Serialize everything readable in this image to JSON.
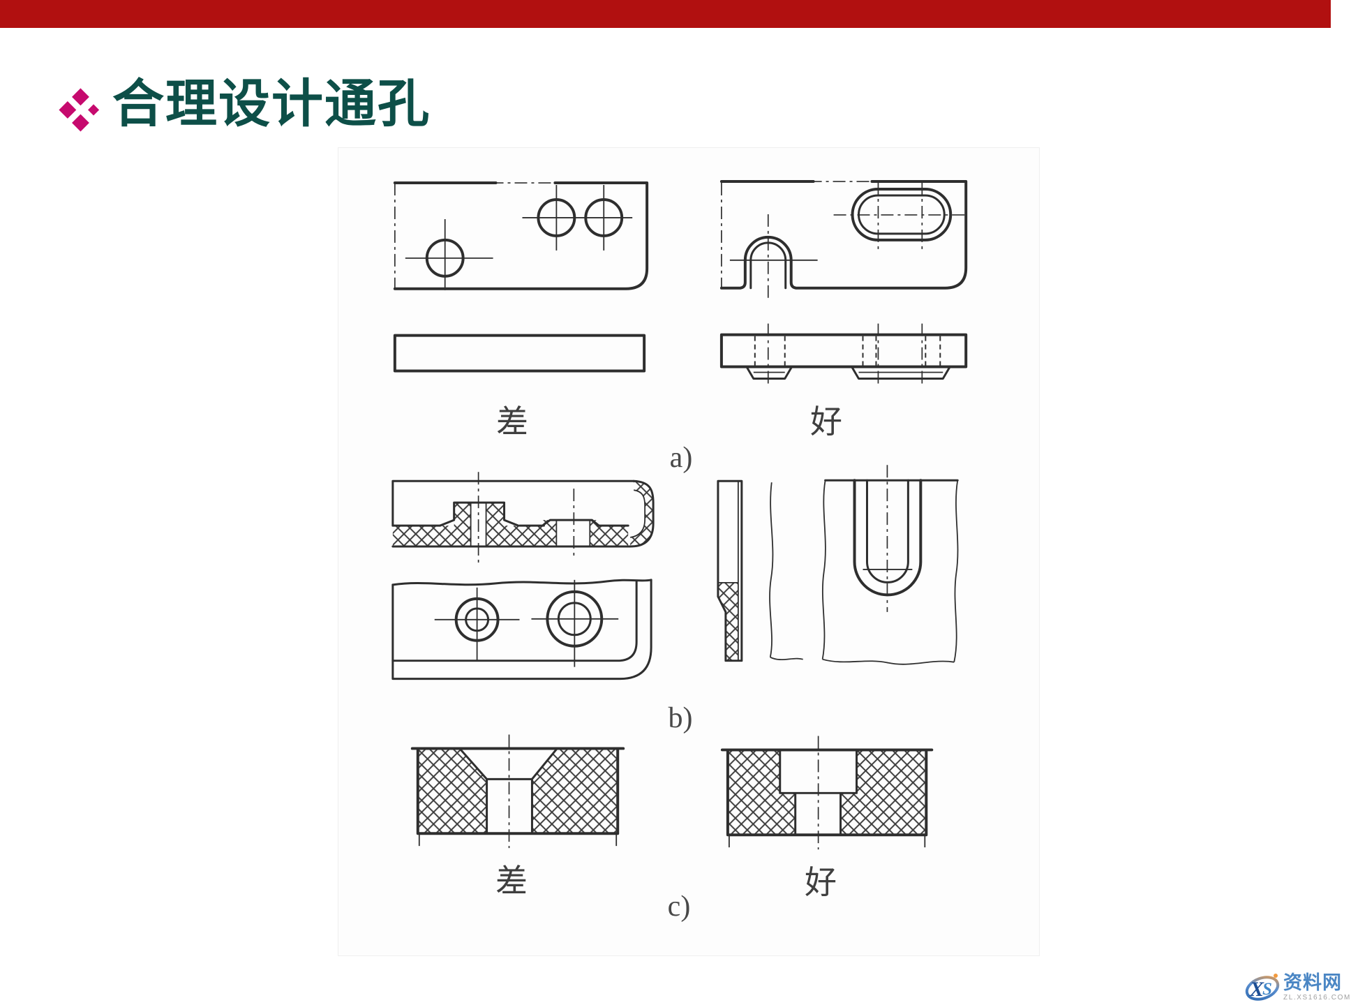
{
  "slide": {
    "colors": {
      "top_bar": "#b11010",
      "title": "#0d4f48",
      "bullet": "#c60a6e",
      "watermark_blue": "#4a86c4",
      "line": "#2e2e2e"
    },
    "title": {
      "bullet_icon": "❖",
      "text": "合理设计通孔"
    }
  },
  "figure": {
    "group_a": {
      "caption": "a)",
      "bad_label": "差",
      "good_label": "好"
    },
    "group_b": {
      "caption": "b)"
    },
    "group_c": {
      "caption": "c)",
      "bad_label": "差",
      "good_label": "好"
    }
  },
  "watermark": {
    "logo_x": "X",
    "logo_s": "S",
    "site_name": "资料网",
    "site_url": "ZL.XS1616.COM"
  }
}
